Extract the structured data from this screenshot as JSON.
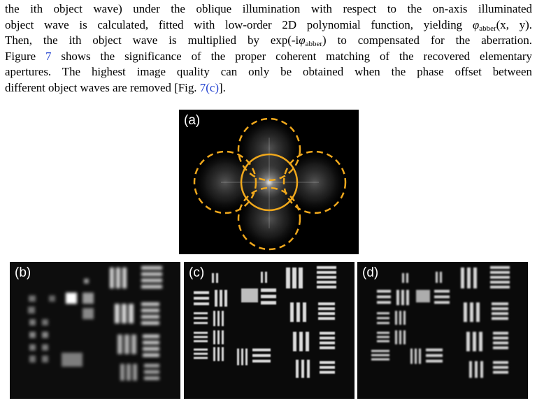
{
  "paragraph": {
    "l1_pre": "the ith object wave) under the oblique illumination with respect to the on-axis illuminated",
    "l2_pre": "object wave is calculated, fitted with low-order 2D polynomial function, yielding ",
    "l2_sym": "φ",
    "l2_sub": "abber",
    "l2_post": "(x, y).",
    "l3_pre": "Then, the ith object wave is multiplied by exp(-i",
    "l3_sym": "φ",
    "l3_sub": "abber",
    "l3_post": ") to compensated for the aberration.",
    "l4_pre": "Figure ",
    "l4_link": "7",
    "l4_post": " shows the significance of the proper coherent matching of the recovered elementary",
    "l5": "apertures. The highest image quality can only be obtained when the phase offset between",
    "l6_pre": "different object waves are removed [Fig. ",
    "l6_link": "7(c)",
    "l6_post": "]."
  },
  "figure": {
    "panel_a": "(a)",
    "panel_b": "(b)",
    "panel_c": "(c)",
    "panel_d": "(d)",
    "circle_color": "#f0a81c"
  }
}
